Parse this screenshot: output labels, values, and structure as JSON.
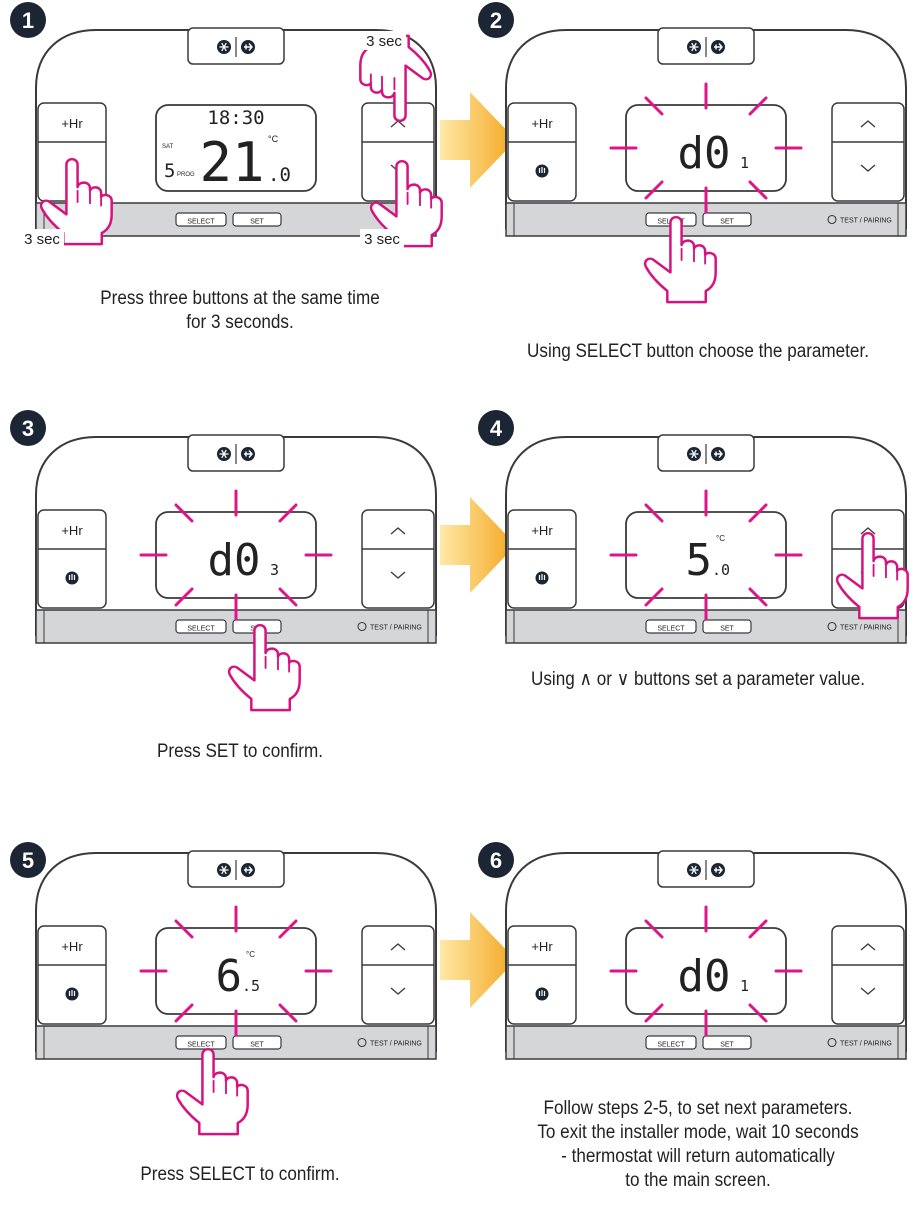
{
  "colors": {
    "body_outline": "#3a3a3a",
    "body_fill": "#ffffff",
    "bottom_strip": "#d4d6d8",
    "badge_fill": "#1b2533",
    "blink": "#e0148a",
    "hand_stroke": "#d6127f",
    "arrow_gradient": [
      "#f3a61f",
      "#ffe9a8"
    ]
  },
  "icons": [
    "snowflake-icon",
    "airplane-icon",
    "hand-icon",
    "chevron-up-icon",
    "chevron-down-icon",
    "pointing-hand-icon",
    "step-arrow-icon"
  ],
  "device": {
    "plus_hr": "+Hr",
    "select": "SELECT",
    "set": "SET",
    "test_pairing": "TEST / PAIRING"
  },
  "steps": [
    {
      "number": "1",
      "caption": [
        "Press three buttons at the same time",
        "for 3 seconds."
      ],
      "display": {
        "time": "18:30",
        "day": "SAT",
        "prog_num": "5",
        "prog": "PROG",
        "main": "21",
        "decimal": ".0",
        "unit": "°C"
      },
      "press_labels": [
        "3 sec",
        "3 sec",
        "3 sec"
      ]
    },
    {
      "number": "2",
      "caption": [
        "Using SELECT button choose the parameter."
      ],
      "display": {
        "main": "d0",
        "sub": "1"
      }
    },
    {
      "number": "3",
      "caption": [
        "Press SET to confirm."
      ],
      "display": {
        "main": "d0",
        "sub": "3"
      }
    },
    {
      "number": "4",
      "caption": [
        "Using ∧ or ∨ buttons set a parameter value."
      ],
      "display": {
        "main": "5",
        "decimal": ".0",
        "unit": "°C"
      }
    },
    {
      "number": "5",
      "caption": [
        "Press SELECT to confirm."
      ],
      "display": {
        "main": "6",
        "decimal": ".5",
        "unit": "°C"
      }
    },
    {
      "number": "6",
      "caption": [
        "Follow steps 2-5, to set next parameters.",
        "To exit the installer mode, wait 10 seconds",
        "- thermostat will return automatically",
        "to the main screen."
      ],
      "display": {
        "main": "d0",
        "sub": "1"
      }
    }
  ]
}
